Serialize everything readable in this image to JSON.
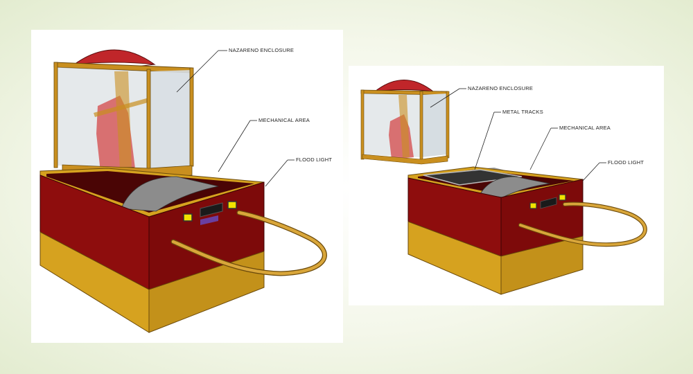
{
  "left_view": {
    "labels": {
      "enclosure": "NAZARENO ENCLOSURE",
      "mechanical": "MECHANICAL AREA",
      "flood": "FLOOD LIGHT"
    }
  },
  "right_view": {
    "labels": {
      "enclosure": "NAZARENO ENCLOSURE",
      "tracks": "METAL TRACKS",
      "mechanical": "MECHANICAL AREA",
      "flood": "FLOOD LIGHT"
    }
  },
  "colors": {
    "box_red": "#8e0d0d",
    "box_red_side": "#6f0808",
    "box_gold": "#d6a21f",
    "box_gold_side": "#b78812",
    "frame_gold": "#c98f1f",
    "dome_red": "#c0262a",
    "glass": "#d6dde2"
  }
}
